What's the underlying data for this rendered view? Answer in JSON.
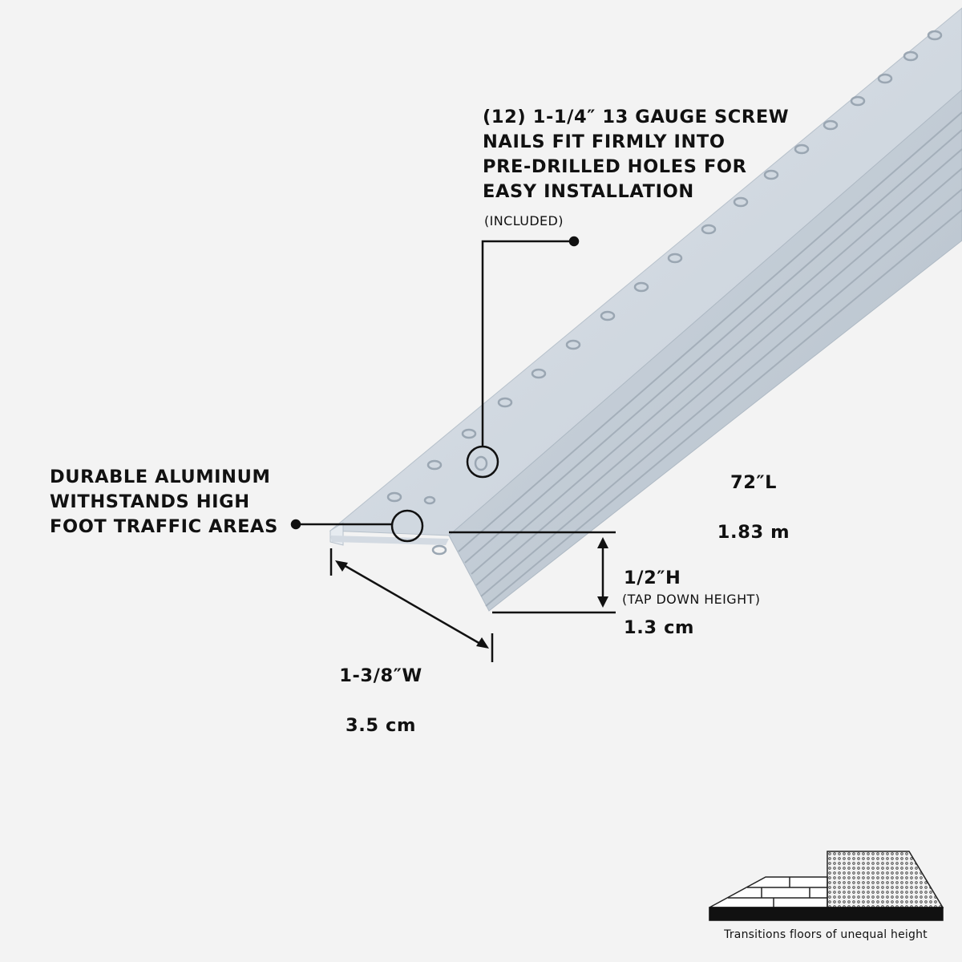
{
  "callouts": {
    "screw_nails": {
      "text": "(12) 1-1/4″ 13 GAUGE SCREW\nNAILS FIT FIRMLY INTO\nPRE-DRILLED HOLES FOR\nEASY INSTALLATION",
      "note": "(INCLUDED)"
    },
    "aluminum": {
      "text": "DURABLE ALUMINUM\nWITHSTANDS HIGH\nFOOT TRAFFIC AREAS"
    }
  },
  "dimensions": {
    "length": {
      "imperial": "72″L",
      "metric": "1.83 m"
    },
    "height": {
      "imperial": "1/2″H",
      "metric": "1.3 cm",
      "note": "(TAP DOWN HEIGHT)"
    },
    "width": {
      "imperial": "1-3/8″W",
      "metric": "3.5 cm"
    }
  },
  "transition_icon": {
    "caption": "Transitions floors of unequal height"
  },
  "colors": {
    "background": "#f3f3f3",
    "aluminum": "#c9d2db",
    "ink": "#111111"
  }
}
